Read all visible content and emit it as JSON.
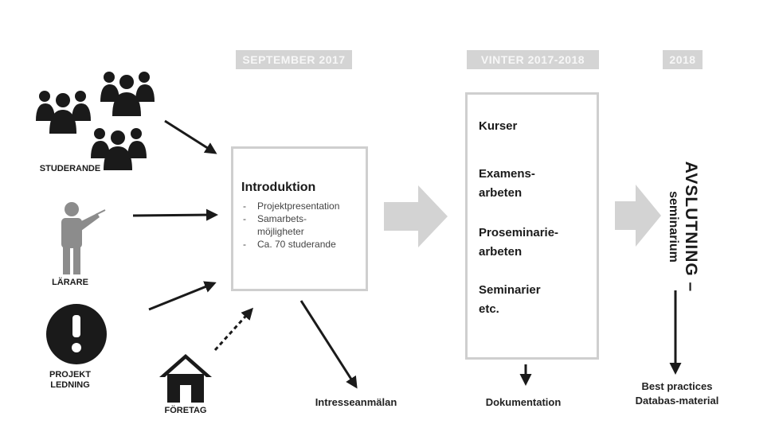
{
  "phases": {
    "september": "SEPTEMBER 2017",
    "winter": "VINTER 2017-2018",
    "final": "2018"
  },
  "actors": {
    "studerande": "STUDERANDE",
    "larare": "LÄRARE",
    "projekt_line1": "PROJEKT",
    "projekt_line2": "LEDNING",
    "foretag": "FÖRETAG"
  },
  "intro": {
    "title": "Introduktion",
    "items": [
      "Projektpresentation",
      "Samarbets-möjligheter",
      "Ca. 70 studerande"
    ]
  },
  "winter_box": {
    "items": [
      {
        "line1": "Kurser",
        "line2": ""
      },
      {
        "line1": "Examens-",
        "line2": "arbeten"
      },
      {
        "line1": "Proseminarie-",
        "line2": "arbeten"
      },
      {
        "line1": "Seminarier",
        "line2": "etc."
      }
    ]
  },
  "closing": {
    "line1": "AVSLUTNING –",
    "line2": "seminarium"
  },
  "outputs": {
    "intresse": "Intresseanmälan",
    "dokumentation": "Dokumentation",
    "best_practices": "Best practices",
    "databas": "Databas-material"
  },
  "colors": {
    "dark": "#1a1a1a",
    "light_gray": "#d4d4d4",
    "box_border": "#cfcfcf",
    "teacher_gray": "#8c8c8c",
    "big_arrow": "#d3d3d3"
  },
  "icons": {
    "students": "people-group-icon",
    "teacher": "teacher-icon",
    "management": "exclamation-circle-icon",
    "company": "house-icon"
  }
}
